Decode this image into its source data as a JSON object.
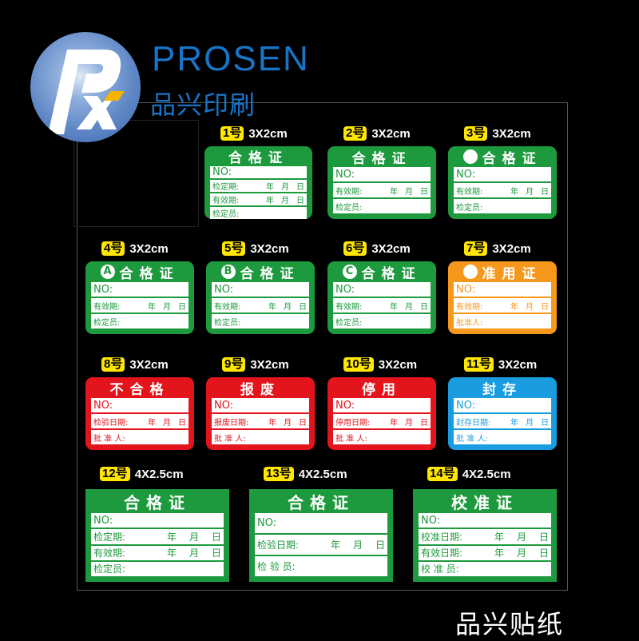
{
  "header": {
    "brand": "PROSEN",
    "brand_cn": "品兴印刷",
    "logo_text": "Px"
  },
  "footer": "品兴贴纸",
  "date_units": [
    "年",
    "月",
    "日"
  ],
  "colors": {
    "green": "#1e9a3e",
    "red": "#e3141c",
    "orange": "#f5981c",
    "blue": "#1a9de0",
    "tag": "#ffe600"
  },
  "labels": [
    {
      "num": "1号",
      "size": "3X2cm",
      "color": "green",
      "title": "合格证",
      "rows": [
        {
          "label": "NO:"
        },
        {
          "label": "检定期:",
          "date": true
        },
        {
          "label": "有效期:",
          "date": true
        },
        {
          "label": "检定员:"
        }
      ]
    },
    {
      "num": "2号",
      "size": "3X2cm",
      "color": "green",
      "title": "合格证",
      "rows": [
        {
          "label": "NO:"
        },
        {
          "label": "有效期:",
          "date": true
        },
        {
          "label": "检定员:"
        }
      ]
    },
    {
      "num": "3号",
      "size": "3X2cm",
      "color": "green",
      "badge": "",
      "title": "合格证",
      "rows": [
        {
          "label": "NO:"
        },
        {
          "label": "有效期:",
          "date": true
        },
        {
          "label": "检定员:"
        }
      ]
    },
    {
      "num": "4号",
      "size": "3X2cm",
      "color": "green",
      "badge": "A",
      "title": "合格证",
      "rows": [
        {
          "label": "NO:"
        },
        {
          "label": "有效期:",
          "date": true
        },
        {
          "label": "检定员:"
        }
      ]
    },
    {
      "num": "5号",
      "size": "3X2cm",
      "color": "green",
      "badge": "B",
      "title": "合格证",
      "rows": [
        {
          "label": "NO:"
        },
        {
          "label": "有效期:",
          "date": true
        },
        {
          "label": "检定员:"
        }
      ]
    },
    {
      "num": "6号",
      "size": "3X2cm",
      "color": "green",
      "badge": "C",
      "title": "合格证",
      "rows": [
        {
          "label": "NO:"
        },
        {
          "label": "有效期:",
          "date": true
        },
        {
          "label": "检定员:"
        }
      ]
    },
    {
      "num": "7号",
      "size": "3X2cm",
      "color": "orange",
      "badge": "",
      "title": "准用证",
      "rows": [
        {
          "label": "NO:"
        },
        {
          "label": "有效期:",
          "date": true
        },
        {
          "label": "批准人:"
        }
      ]
    },
    {
      "num": "8号",
      "size": "3X2cm",
      "color": "red",
      "title": "不合格",
      "rows": [
        {
          "label": "NO:"
        },
        {
          "label": "检验日期:",
          "date": true
        },
        {
          "label": "批 准 人:"
        }
      ]
    },
    {
      "num": "9号",
      "size": "3X2cm",
      "color": "red",
      "title": "报废",
      "rows": [
        {
          "label": "NO:"
        },
        {
          "label": "报废日期:",
          "date": true
        },
        {
          "label": "批 准 人:"
        }
      ]
    },
    {
      "num": "10号",
      "size": "3X2cm",
      "color": "red",
      "title": "停用",
      "rows": [
        {
          "label": "NO:"
        },
        {
          "label": "停用日期:",
          "date": true
        },
        {
          "label": "批 准 人:"
        }
      ]
    },
    {
      "num": "11号",
      "size": "3X2cm",
      "color": "blue",
      "title": "封存",
      "rows": [
        {
          "label": "NO:"
        },
        {
          "label": "封存日期:",
          "date": true
        },
        {
          "label": "批 准 人:"
        }
      ]
    },
    {
      "num": "12号",
      "size": "4X2.5cm",
      "color": "green",
      "title": "合格证",
      "rows": [
        {
          "label": "NO:"
        },
        {
          "label": "检定期:",
          "date": true
        },
        {
          "label": "有效期:",
          "date": true
        },
        {
          "label": "检定员:"
        }
      ]
    },
    {
      "num": "13号",
      "size": "4X2.5cm",
      "color": "green",
      "title": "合格证",
      "rows": [
        {
          "label": "NO:"
        },
        {
          "label": "检验日期:",
          "date": true
        },
        {
          "label": "检 验 员:"
        }
      ]
    },
    {
      "num": "14号",
      "size": "4X2.5cm",
      "color": "green",
      "title": "校准证",
      "rows": [
        {
          "label": "NO:"
        },
        {
          "label": "校准日期:",
          "date": true
        },
        {
          "label": "有效日期:",
          "date": true
        },
        {
          "label": "校 准 员:"
        }
      ]
    }
  ]
}
